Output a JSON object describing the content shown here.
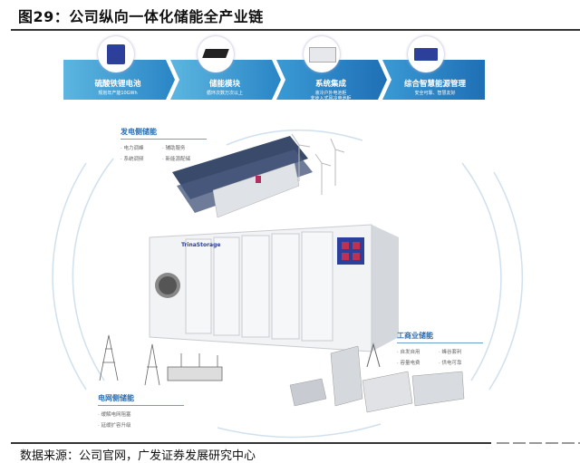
{
  "figure": {
    "title": "图29：公司纵向一体化储能全产业链",
    "source": "数据来源：公司官网，广发证券发展研究中心"
  },
  "chain": [
    {
      "name": "硫酸铁锂电池",
      "desc": [
        "规划年产能10GWh"
      ],
      "icon": "battery-cell-image"
    },
    {
      "name": "储能模块",
      "desc": [
        "循环次数万次以上"
      ],
      "icon": "battery-module-image"
    },
    {
      "name": "系统集成",
      "desc": [
        "液冷户外电池柜",
        "非步入式风冷电池柜"
      ],
      "icon": "cabinet-image"
    },
    {
      "name": "综合智慧能源管理",
      "desc": [
        "安全可靠、智慧友好"
      ],
      "icon": "ems-image"
    }
  ],
  "scenarios": {
    "generation": {
      "title": "发电侧储能",
      "items": [
        "电力调峰",
        "辅助服务",
        "系统调频",
        "新能源配储"
      ]
    },
    "commercial": {
      "title": "工商业储能",
      "items": [
        "自发自用",
        "峰谷套利",
        "容量电费",
        "供电可靠"
      ]
    },
    "grid": {
      "title": "电网侧储能",
      "items": [
        "缓解电网阻塞",
        "延缓扩容升级"
      ]
    }
  },
  "product": {
    "brand": "TrinaStorage"
  },
  "colors": {
    "chain_light": "#4aa8d8",
    "chain_dark": "#1f6fb5",
    "heading_blue": "#2a6db0",
    "arc": "#c8dcec"
  }
}
